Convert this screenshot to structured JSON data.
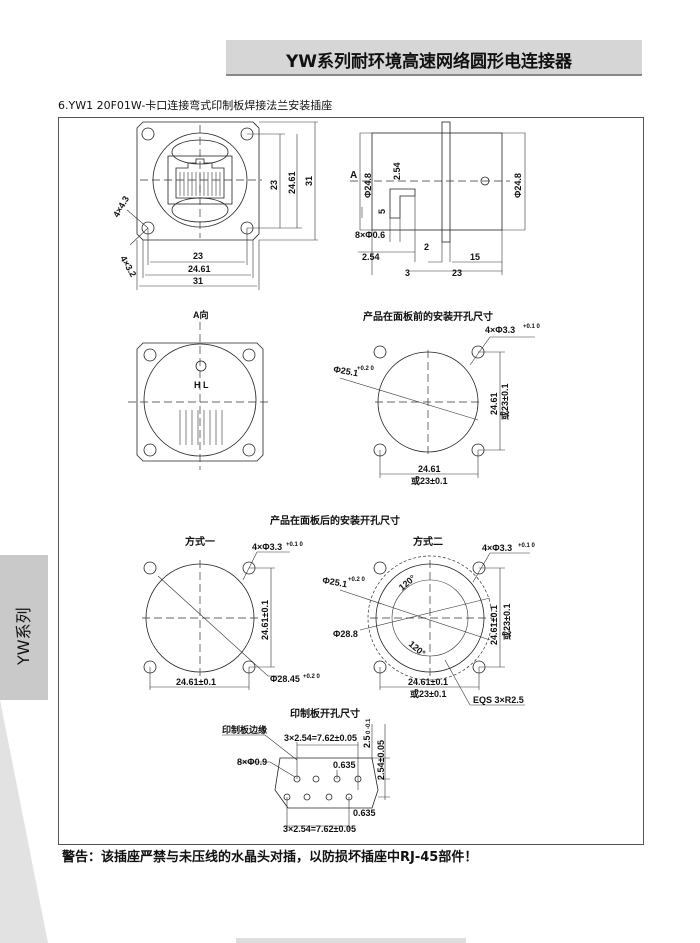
{
  "header": {
    "title": "YW系列耐环境高速网络圆形电连接器"
  },
  "subtitle": "6.YW1 20F01W-卡口连接弯式印制板焊接法兰安装插座",
  "side_tab": "YW系列",
  "front_view": {
    "dims": [
      "23",
      "24.61",
      "31",
      "23",
      "24.61",
      "31",
      "4×4.3",
      "4×3.2"
    ]
  },
  "side_view": {
    "a_label": "A",
    "dims": [
      "Φ24.8",
      "2.54",
      "5",
      "8×Φ0.6",
      "2.54",
      "3",
      "2",
      "15",
      "23",
      "Φ24.8"
    ]
  },
  "a_view": {
    "title": "A向",
    "marking": "H L"
  },
  "front_cutout": {
    "title": "产品在面板前的安装开孔尺寸",
    "holes": "4×Φ3.3",
    "hole_tol": "+0.1 0",
    "dia": "Φ25.1",
    "dia_tol": "+0.2 0",
    "v_dim": "24.61",
    "v_alt": "或23±0.1",
    "h_dim": "24.61",
    "h_alt": "或23±0.1"
  },
  "rear_cutout": {
    "title": "产品在面板后的安装开孔尺寸",
    "method1": {
      "title": "方式一",
      "holes": "4×Φ3.3",
      "hole_tol": "+0.1 0",
      "v_dim": "24.61±0.1",
      "h_dim": "24.61±0.1",
      "dia": "Φ28.45",
      "dia_tol": "+0.2 0"
    },
    "method2": {
      "title": "方式二",
      "holes": "4×Φ3.3",
      "hole_tol": "+0.1 0",
      "dia": "Φ25.1",
      "dia_tol": "+0.2 0",
      "dia2": "Φ28.8",
      "angle1": "120°",
      "angle2": "120°",
      "v_dim": "24.61±0.1",
      "v_alt": "或23±0.1",
      "h_dim": "24.61±0.1",
      "h_alt": "或23±0.1",
      "eqs": "EQS 3×R2.5"
    }
  },
  "pcb": {
    "title": "印制板开孔尺寸",
    "edge": "印制板边缘",
    "top_pitch": "3×2.54=7.62±0.05",
    "holes": "8×Φ0.9",
    "off1": "0.635",
    "off2": "0.635",
    "v1": "2.5",
    "v1_tol": "0 -0.1",
    "v2": "2.54±0.05",
    "bottom_pitch": "3×2.54=7.62±0.05"
  },
  "warning": "警告：该插座严禁与未压线的水晶头对插，以防损坏插座中RJ-45部件！"
}
